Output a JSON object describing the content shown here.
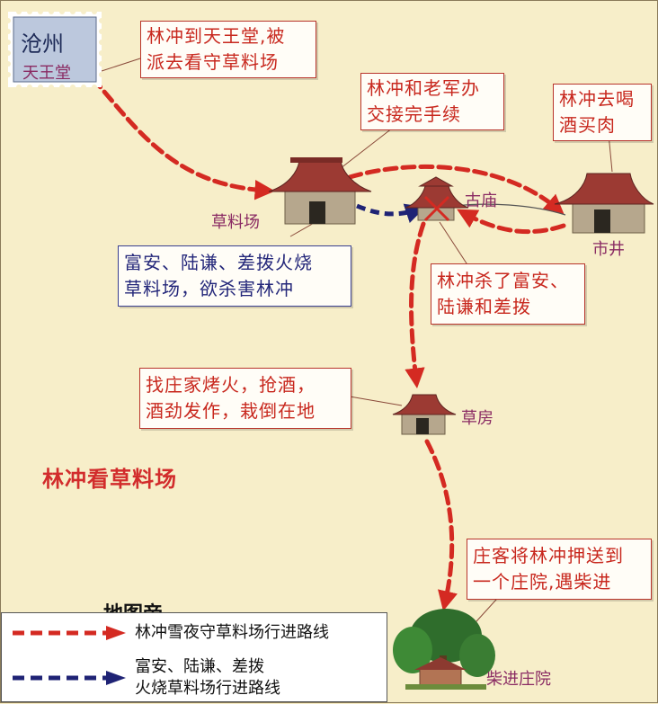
{
  "map": {
    "title": "林冲看草料场",
    "colors": {
      "background": "#f7eec9",
      "route_red": "#d42a22",
      "route_blue": "#1f2375",
      "callout_red_text": "#c8281e",
      "callout_blue_text": "#24277a",
      "place_label": "#8a2b63"
    },
    "start_stamp": {
      "name": "沧州",
      "sublabel": "天王堂"
    },
    "places": [
      {
        "id": "caoliaochang",
        "label": "草料场"
      },
      {
        "id": "gumiao",
        "label": "古庙"
      },
      {
        "id": "shijing",
        "label": "市井"
      },
      {
        "id": "caofang",
        "label": "草房"
      },
      {
        "id": "chaijinzhuangyuan",
        "label": "柴进庄院"
      }
    ],
    "callouts": [
      {
        "id": "tianwangtang",
        "lines": [
          "林冲到天王堂,被",
          "派去看守草料场"
        ],
        "color": "red"
      },
      {
        "id": "jiaojie",
        "lines": [
          "林冲和老军办",
          "交接完手续"
        ],
        "color": "red"
      },
      {
        "id": "hejiu",
        "lines": [
          "林冲去喝",
          "酒买肉"
        ],
        "color": "red"
      },
      {
        "id": "fuan",
        "lines": [
          "富安、陆谦、差拨火烧",
          "草料场，欲杀害林冲"
        ],
        "color": "blue"
      },
      {
        "id": "shale",
        "lines": [
          "林冲杀了富安、",
          "陆谦和差拨"
        ],
        "color": "red"
      },
      {
        "id": "kaohuo",
        "lines": [
          "找庄家烤火，抢酒，",
          "酒劲发作，栽倒在地"
        ],
        "color": "red"
      },
      {
        "id": "yasong",
        "lines": [
          "庄客将林冲押送到",
          "一个庄院,遇柴进"
        ],
        "color": "red"
      }
    ],
    "legend": {
      "brand": "地图帝",
      "items": [
        {
          "label": "林冲雪夜守草料场行进路线",
          "color": "#d42a22"
        },
        {
          "label_lines": [
            "富安、陆谦、差拨",
            "火烧草料场行进路线"
          ],
          "color": "#1f2375"
        }
      ]
    }
  }
}
